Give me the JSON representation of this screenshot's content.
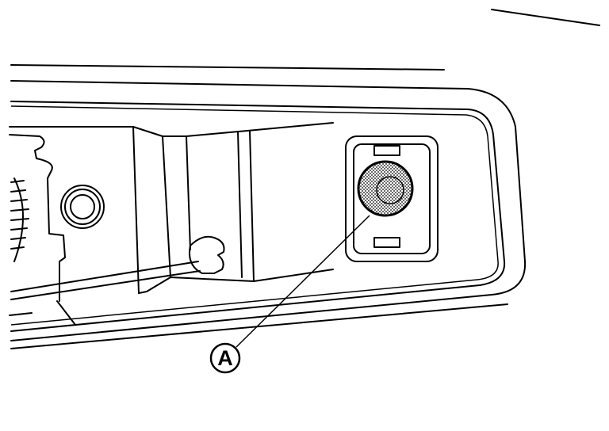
{
  "callouts": [
    {
      "id": "A",
      "label": "A",
      "target": "bulb-socket"
    }
  ],
  "colors": {
    "line": "#000000",
    "background": "#ffffff"
  }
}
